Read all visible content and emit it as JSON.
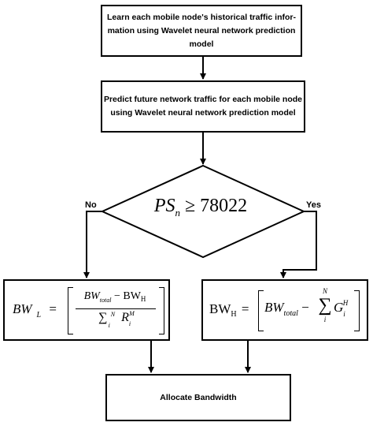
{
  "steps": {
    "learn": [
      "Learn each mobile node's historical traffic infor-",
      "mation using Wavelet neural network prediction",
      "model"
    ],
    "predict": [
      "Predict future network traffic for each mobile node",
      "using Wavelet neural network prediction model"
    ],
    "allocate": "Allocate Bandwidth"
  },
  "decision": {
    "lhs": "PS",
    "lhs_sub": "n",
    "op": "≥",
    "threshold": "78022",
    "no_label": "No",
    "yes_label": "Yes"
  },
  "formula_low": {
    "lhs": "BW",
    "lhs_sub": "L",
    "eq": "=",
    "num_a": "BW",
    "num_a_sub": "total",
    "num_minus": "−",
    "num_b": "BW",
    "num_b_sub": "H",
    "den_sum": "∑",
    "den_sum_sup": "N",
    "den_sum_sub": "i",
    "den_var": "R",
    "den_var_sup": "M",
    "den_var_sub": "i"
  },
  "formula_high": {
    "lhs": "BW",
    "lhs_sub": "H",
    "eq": "=",
    "a": "BW",
    "a_sub": "total",
    "minus": "−",
    "sum": "∑",
    "sum_sup": "N",
    "sum_sub": "i",
    "var": "G",
    "var_sup": "H",
    "var_sub": "i"
  }
}
